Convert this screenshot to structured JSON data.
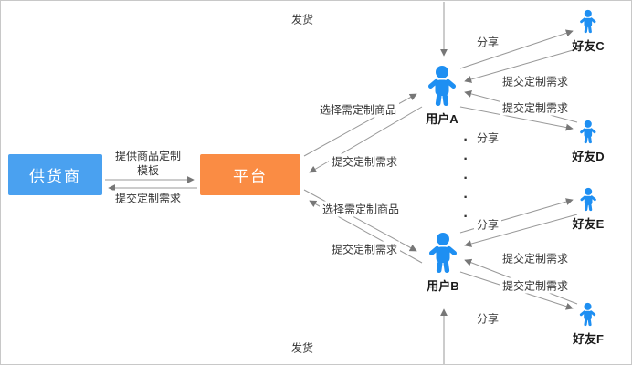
{
  "theme": {
    "supplier_color": "#4aa1f0",
    "platform_color": "#fa8c44",
    "person_color": "#1e8ff2",
    "line_color": "#999999",
    "border_color": "#c8c8c8",
    "text_color": "#333333"
  },
  "nodes": {
    "supplier": {
      "label": "供货商"
    },
    "platform": {
      "label": "平台"
    },
    "user_a": {
      "label": "用户A"
    },
    "user_b": {
      "label": "用户B"
    },
    "friend_c": {
      "label": "好友C"
    },
    "friend_d": {
      "label": "好友D"
    },
    "friend_e": {
      "label": "好友E"
    },
    "friend_f": {
      "label": "好友F"
    }
  },
  "edges": {
    "ship_top": {
      "label": "发货"
    },
    "ship_bottom": {
      "label": "发货"
    },
    "provide_template": {
      "label": "提供商品定制\n模板"
    },
    "supplier_submit": {
      "label": "提交定制需求"
    },
    "user_a_select": {
      "label": "选择需定制商品"
    },
    "user_a_submit": {
      "label": "提交定制需求"
    },
    "user_b_select": {
      "label": "选择需定制商品"
    },
    "user_b_submit": {
      "label": "提交定制需求"
    },
    "share_to_c": {
      "label": "分享"
    },
    "friend_c_submit": {
      "label": "提交定制需求"
    },
    "friend_d_submit": {
      "label": "提交定制需求"
    },
    "share_to_d": {
      "label": "分享"
    },
    "share_to_e": {
      "label": "分享"
    },
    "friend_e_submit": {
      "label": "提交定制需求"
    },
    "friend_f_submit": {
      "label": "提交定制需求"
    },
    "share_to_f": {
      "label": "分享"
    },
    "more_users_ellipsis": "·\n·\n·\n·\n·"
  }
}
